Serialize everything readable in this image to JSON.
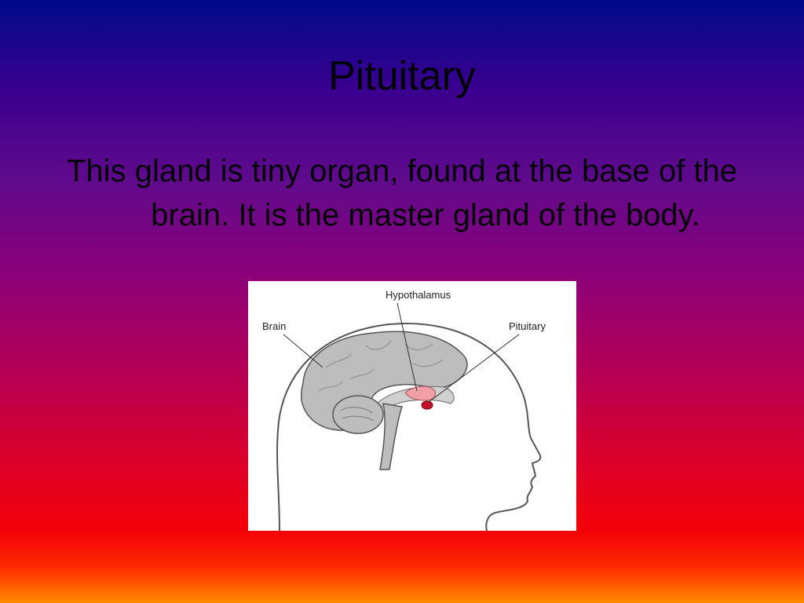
{
  "slide": {
    "title": "Pituitary",
    "body": "This gland is tiny organ, found at the base of the brain. It is the master gland of the body."
  },
  "diagram": {
    "labels": {
      "hypothalamus": "Hypothalamus",
      "brain": "Brain",
      "pituitary": "Pituitary"
    },
    "colors": {
      "brain": "#bdbdbd",
      "hypothalamus": "#f2a0a8",
      "pituitary": "#c8102e"
    }
  }
}
